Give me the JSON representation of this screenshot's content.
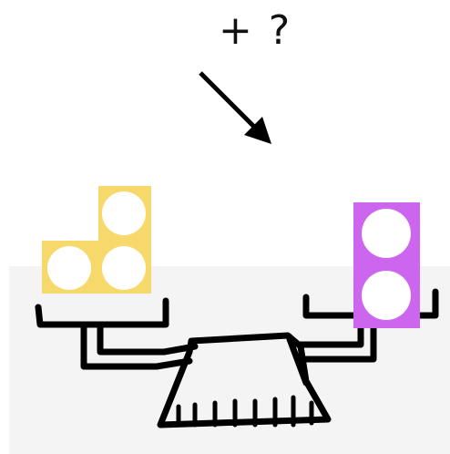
{
  "prompt": {
    "text": "+ ?"
  },
  "colors": {
    "yellow_block": "#f7d96b",
    "purple_block": "#cc66ee",
    "peg_hole": "#ffffff",
    "scale_line": "#000000",
    "floor": "#f4f4f4"
  },
  "left_pan": {
    "block_color": "yellow",
    "peg_count": 3
  },
  "right_pan": {
    "block_color": "purple",
    "peg_count": 2
  },
  "icons": [
    "arrow-icon",
    "balance-scale-icon"
  ]
}
